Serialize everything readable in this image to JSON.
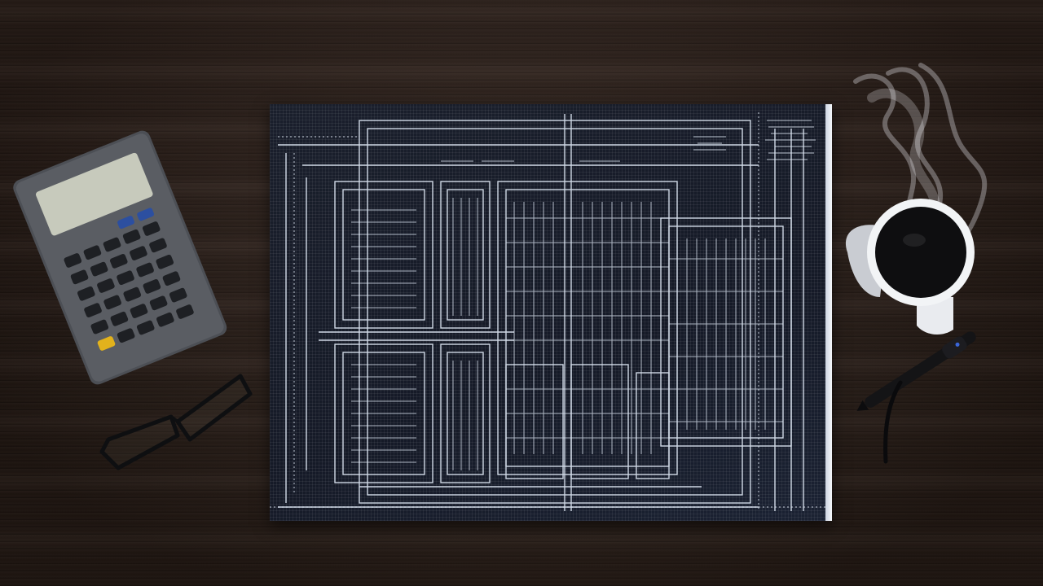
{
  "scene": {
    "description_objects": [
      "desk",
      "blueprint",
      "calculator",
      "glasses",
      "coffee-mug",
      "steam",
      "pen"
    ]
  },
  "colors": {
    "desk": "#32231c",
    "blueprint_bg": "#171c29",
    "blueprint_line": "#dfe8f5",
    "calculator_body": "#56595f",
    "calculator_screen": "#c7cabc",
    "calculator_key": "#1e2024",
    "calculator_blue_key": "#2c4fa0",
    "calculator_yellow_key": "#e2b21c",
    "mug": "#f2f4f6",
    "coffee": "#0e0e10",
    "pen": "#141416"
  }
}
